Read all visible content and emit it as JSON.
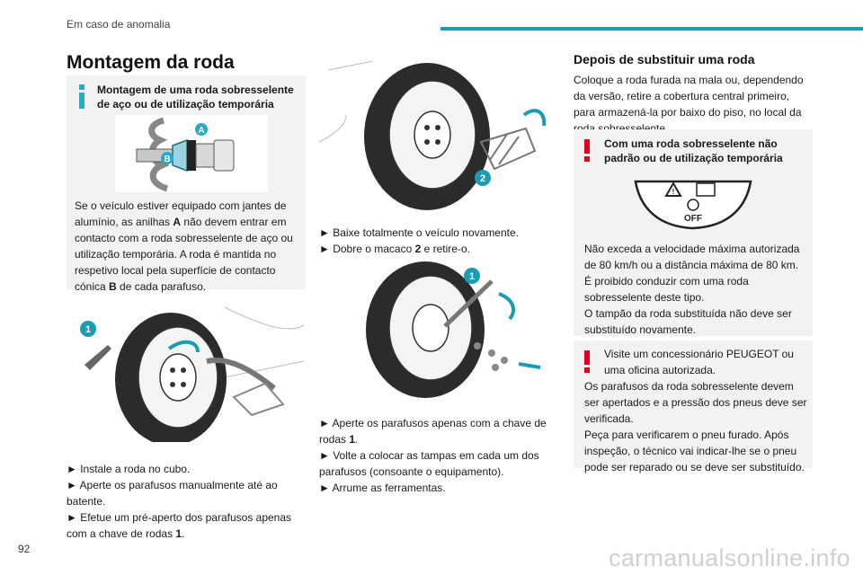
{
  "header": {
    "section": "Em caso de anomalia"
  },
  "page_number": "92",
  "watermark": "carmanualsonline.info",
  "title": "Montagem da roda",
  "info_box": {
    "title": "Montagem de uma roda sobresselente de aço ou de utilização temporária",
    "label_a": "A",
    "label_b": "B",
    "body": [
      {
        "t": "Se o veículo estiver equipado com jantes de alumínio, as anilhas "
      },
      {
        "t": "A",
        "b": true
      },
      {
        "t": " não devem entrar em contacto com a roda sobresselente de aço ou utilização temporária. A roda é mantida no respetivo local pela superfície de contacto cónica "
      },
      {
        "t": "B",
        "b": true
      },
      {
        "t": " de cada parafuso."
      }
    ]
  },
  "figures": {
    "callout_1": "1",
    "callout_2": "2"
  },
  "steps_col1": [
    [
      {
        "t": "► Instale a roda no cubo."
      }
    ],
    [
      {
        "t": "► Aperte os parafusos manualmente até ao batente."
      }
    ],
    [
      {
        "t": "► Efetue um pré-aperto dos parafusos apenas com a chave de rodas "
      },
      {
        "t": "1",
        "b": true
      },
      {
        "t": "."
      }
    ]
  ],
  "steps_col2": [
    [
      {
        "t": "► Baixe totalmente o veículo novamente."
      }
    ],
    [
      {
        "t": "► Dobre o macaco "
      },
      {
        "t": "2",
        "b": true
      },
      {
        "t": " e retire-o."
      }
    ]
  ],
  "steps_col2b": [
    [
      {
        "t": "► Aperte os parafusos apenas com a chave de rodas "
      },
      {
        "t": "1",
        "b": true
      },
      {
        "t": "."
      }
    ],
    [
      {
        "t": "► Volte a colocar as tampas em cada um dos parafusos (consoante o equipamento)."
      }
    ],
    [
      {
        "t": "► Arrume as ferramentas."
      }
    ]
  ],
  "after_section": {
    "title": "Depois de substituir uma roda",
    "body": "Coloque a roda furada na mala ou, dependendo da versão, retire a cobertura central primeiro, para armazená-la por baixo do piso, no local da roda sobresselente."
  },
  "warning1": {
    "title": "Com uma roda sobresselente não padrão ou de utilização temporária",
    "label_off": "OFF",
    "body": [
      "Não exceda a velocidade máxima autorizada de 80 km/h ou a distância máxima de 80 km.",
      "É proibido conduzir com uma roda sobresselente deste tipo.",
      "O tampão da roda substituída não deve ser substituído novamente."
    ]
  },
  "warning2": {
    "body": [
      "Visite um concessionário PEUGEOT ou uma oficina autorizada.",
      "Os parafusos da roda sobresselente devem ser apertados e a pressão dos pneus deve ser verificada.",
      "Peça para verificarem o pneu furado. Após inspeção, o técnico vai indicar-lhe se o pneu pode ser reparado ou se deve ser substituído."
    ]
  },
  "colors": {
    "accent": "#1a9db2",
    "info": "#2aa9c7",
    "warning": "#e2001a",
    "box_bg": "#f2f2f2"
  }
}
